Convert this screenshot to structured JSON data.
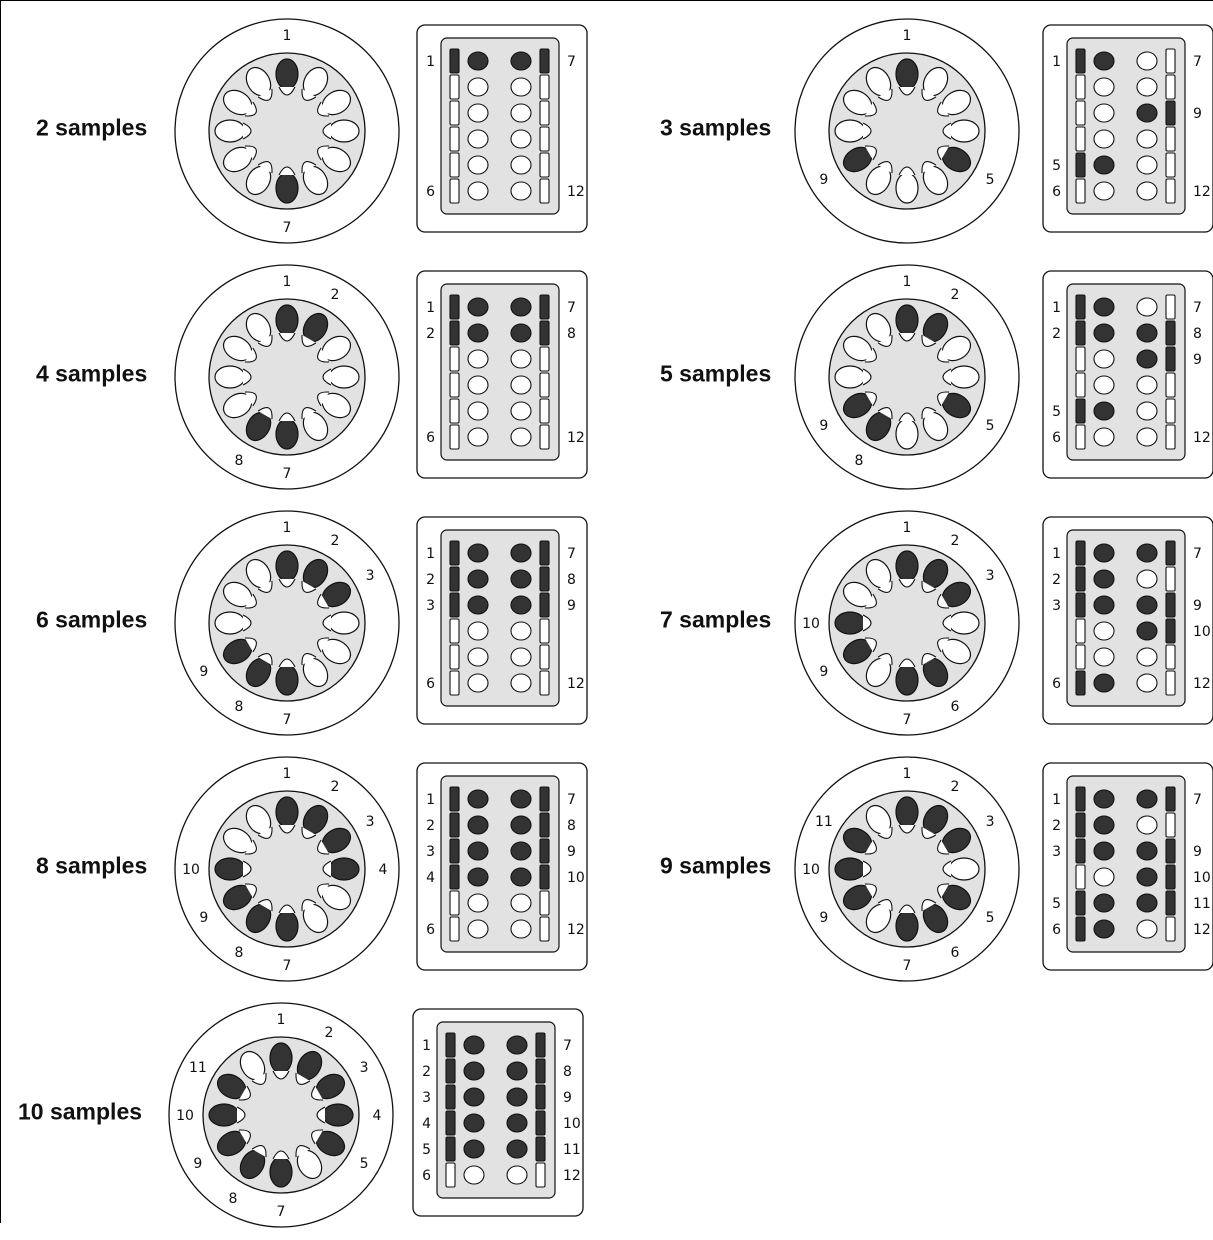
{
  "panels": [
    {
      "label": "2 samples",
      "rotor": [
        1,
        7
      ],
      "rotor_labels": [
        "1",
        "7"
      ],
      "strip": [
        1,
        7
      ],
      "strip_labels": [
        "1",
        "6",
        "7",
        "12"
      ]
    },
    {
      "label": "3 samples",
      "rotor": [
        1,
        5,
        9
      ],
      "rotor_labels": [
        "1",
        "5",
        "9"
      ],
      "strip": [
        1,
        5,
        9
      ],
      "strip_labels": [
        "1",
        "5",
        "6",
        "7",
        "9",
        "12"
      ]
    },
    {
      "label": "4 samples",
      "rotor": [
        1,
        2,
        7,
        8
      ],
      "rotor_labels": [
        "1",
        "2",
        "7",
        "8"
      ],
      "strip": [
        1,
        2,
        7,
        8
      ],
      "strip_labels": [
        "1",
        "2",
        "6",
        "7",
        "8",
        "12"
      ]
    },
    {
      "label": "5 samples",
      "rotor": [
        1,
        2,
        5,
        8,
        9
      ],
      "rotor_labels": [
        "1",
        "2",
        "5",
        "8",
        "9"
      ],
      "strip": [
        1,
        2,
        5,
        8,
        9
      ],
      "strip_labels": [
        "1",
        "2",
        "5",
        "6",
        "7",
        "8",
        "9",
        "12"
      ]
    },
    {
      "label": "6 samples",
      "rotor": [
        1,
        2,
        3,
        7,
        8,
        9
      ],
      "rotor_labels": [
        "1",
        "2",
        "3",
        "7",
        "8",
        "9"
      ],
      "strip": [
        1,
        2,
        3,
        7,
        8,
        9
      ],
      "strip_labels": [
        "1",
        "2",
        "3",
        "6",
        "7",
        "8",
        "9",
        "12"
      ]
    },
    {
      "label": "7 samples",
      "rotor": [
        1,
        2,
        3,
        6,
        7,
        9,
        10
      ],
      "rotor_labels": [
        "1",
        "2",
        "3",
        "6",
        "7",
        "9",
        "10"
      ],
      "strip": [
        1,
        2,
        3,
        6,
        7,
        9,
        10
      ],
      "strip_labels": [
        "1",
        "2",
        "3",
        "6",
        "7",
        "9",
        "10",
        "12"
      ]
    },
    {
      "label": "8 samples",
      "rotor": [
        1,
        2,
        3,
        4,
        7,
        8,
        9,
        10
      ],
      "rotor_labels": [
        "1",
        "2",
        "3",
        "4",
        "7",
        "8",
        "9",
        "10"
      ],
      "strip": [
        1,
        2,
        3,
        4,
        7,
        8,
        9,
        10
      ],
      "strip_labels": [
        "1",
        "2",
        "3",
        "4",
        "6",
        "7",
        "8",
        "9",
        "10",
        "12"
      ]
    },
    {
      "label": "9 samples",
      "rotor": [
        1,
        2,
        3,
        5,
        6,
        7,
        9,
        10,
        11
      ],
      "rotor_labels": [
        "1",
        "2",
        "3",
        "5",
        "6",
        "7",
        "9",
        "10",
        "11"
      ],
      "strip": [
        1,
        2,
        3,
        5,
        6,
        7,
        9,
        10,
        11
      ],
      "strip_labels": [
        "1",
        "2",
        "3",
        "5",
        "6",
        "7",
        "9",
        "10",
        "11",
        "12"
      ]
    },
    {
      "label": "10 samples",
      "rotor": [
        1,
        2,
        3,
        4,
        5,
        7,
        8,
        9,
        10,
        11
      ],
      "rotor_labels": [
        "1",
        "2",
        "3",
        "4",
        "5",
        "7",
        "8",
        "9",
        "10",
        "11"
      ],
      "strip": [
        1,
        2,
        3,
        4,
        5,
        7,
        8,
        9,
        10,
        11
      ],
      "strip_labels": [
        "1",
        "2",
        "3",
        "4",
        "5",
        "6",
        "7",
        "8",
        "9",
        "10",
        "11",
        "12"
      ]
    }
  ],
  "colors": {
    "loaded": "#333333",
    "empty": "#ffffff",
    "plate": "#e2e2e2",
    "outline": "#111111"
  }
}
